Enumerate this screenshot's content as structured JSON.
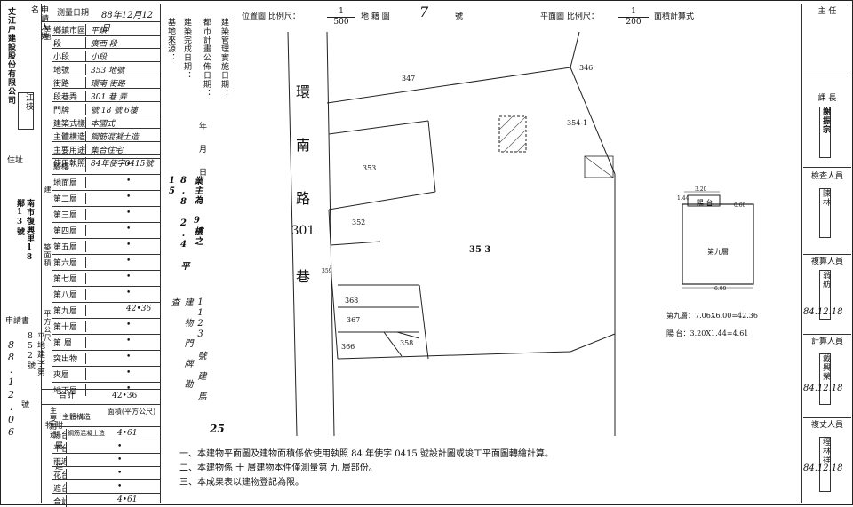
{
  "left_column": {
    "applicant_label": "申請人姓名",
    "applicant_name": "丈江户建設股份有限公司",
    "stamp_text": "江枝",
    "address_label": "住址",
    "address_value": "南市復興里18鄰13號",
    "applicant_doc_label": "申請書",
    "app_date": "88.12.06",
    "land_word_label": "平地建字第852號",
    "no_label": "號"
  },
  "survey": {
    "date_label": "測量日期",
    "date_value": "88年12月12日",
    "rows": [
      {
        "label": "鄉鎮市區",
        "value": "平鎮"
      },
      {
        "label": "段",
        "value": "廣西 段"
      },
      {
        "label": "小段",
        "value": "小段"
      },
      {
        "label": "地號",
        "value": "353 地號"
      },
      {
        "label": "街路",
        "value": "環南 街路"
      },
      {
        "label": "段巷弄",
        "value": "301 巷 弄"
      },
      {
        "label": "門牌",
        "value": "號 18 號 6樓"
      },
      {
        "label": "建築式樣",
        "value": "本國式"
      },
      {
        "label": "主體構造",
        "value": "鋼筋混凝土造"
      },
      {
        "label": "主要用途",
        "value": "集合住宅"
      },
      {
        "label": "使用執照",
        "value": "84年使字0415號"
      }
    ],
    "section_building": "建",
    "section_area": "築面積",
    "section_unit": "平方公尺",
    "floor_rows": [
      {
        "label": "騎樓",
        "value": "•"
      },
      {
        "label": "地面層",
        "value": "•"
      },
      {
        "label": "第二層",
        "value": "•"
      },
      {
        "label": "第三層",
        "value": "•"
      },
      {
        "label": "第四層",
        "value": "•"
      },
      {
        "label": "第五層",
        "value": "•"
      },
      {
        "label": "第六層",
        "value": "•"
      },
      {
        "label": "第七層",
        "value": "•"
      },
      {
        "label": "第八層",
        "value": "•"
      },
      {
        "label": "第九層",
        "value": "42•36"
      },
      {
        "label": "第十層",
        "value": "•"
      },
      {
        "label": "第 層",
        "value": "•"
      },
      {
        "label": "突出物",
        "value": "•"
      },
      {
        "label": "夾層",
        "value": "•"
      },
      {
        "label": "地下層",
        "value": "•"
      }
    ],
    "total_label": "合計",
    "total_value": "42•36",
    "aux_header_use": "主要用途",
    "aux_header_struct": "主體構造",
    "aux_header_area": "面積(平方公尺)",
    "aux_side": "附屬建物",
    "aux_rows": [
      {
        "label": "陽台",
        "struct": "鋼筋混凝土造",
        "value": "4•61"
      },
      {
        "label": "平台",
        "struct": "",
        "value": "•"
      },
      {
        "label": "雨遮",
        "struct": "",
        "value": "•"
      },
      {
        "label": "花台",
        "struct": "",
        "value": "•"
      },
      {
        "label": "遮台",
        "struct": "",
        "value": "•"
      },
      {
        "label": "合計",
        "struct": "",
        "value": "4•61"
      }
    ]
  },
  "meta_col": {
    "item1": "建築管理實施日期：",
    "item2": "都市計畫公佈日期：",
    "item3": "建築完成日期：",
    "item4": "基地來源：",
    "ymd": "年 月 日",
    "handwritten": "業主為 9樓之 8.8 2.4 平15",
    "handwritten2": "1123 號 建 馬 建 物 門 牌 勘 查"
  },
  "header": {
    "loc_label": "位置圖 比例尺：",
    "loc_scale_top": "1",
    "loc_scale_bottom": "500",
    "sheet_label": "地 籍 圖",
    "sheet_no": "7",
    "sheet_suffix": "號",
    "plan_label": "平面圖 比例尺：",
    "plan_scale_top": "1",
    "plan_scale_bottom": "200",
    "plan_suffix": "面積計算式"
  },
  "map": {
    "road_chars": [
      "環",
      "南",
      "路",
      "301",
      "巷"
    ],
    "parcels": [
      "347",
      "346",
      "354-1",
      "353",
      "352",
      "359",
      "368",
      "367",
      "366",
      "358",
      "35 3"
    ]
  },
  "plan": {
    "balcony_label": "陽 台",
    "top_dim": "3.20",
    "side_dim": "1.44",
    "dim_right": "0.60",
    "floor_label": "第九層",
    "bottom_dim": "6.00",
    "calc1": "第九層：7.06X6.00=42.36",
    "calc2": "陽  台：3.20X1.44=4.61"
  },
  "notes": {
    "n1": "一、本建物平面圖及建物面積係依使用執照 84 年使字 0415 號設計圖或竣工平面圖轉繪計算。",
    "n2": "二、本建物係 十 層建物本件僅測量第 九 層部份。",
    "n3": "三、本成果表以建物登記為限。",
    "page_mark": "25"
  },
  "right_col": {
    "chief": "主 任",
    "section_chief": "課 長",
    "checker": "檢查人員",
    "calc_person": "複算人員",
    "computer": "計算人員",
    "surveyor": "複丈人員",
    "sign1": "謝振宗",
    "sign2": "陳林",
    "sign3": "翁舫",
    "sign4": "戴興榮",
    "sign5": "程林祥",
    "date_mark": "84.12.18"
  }
}
